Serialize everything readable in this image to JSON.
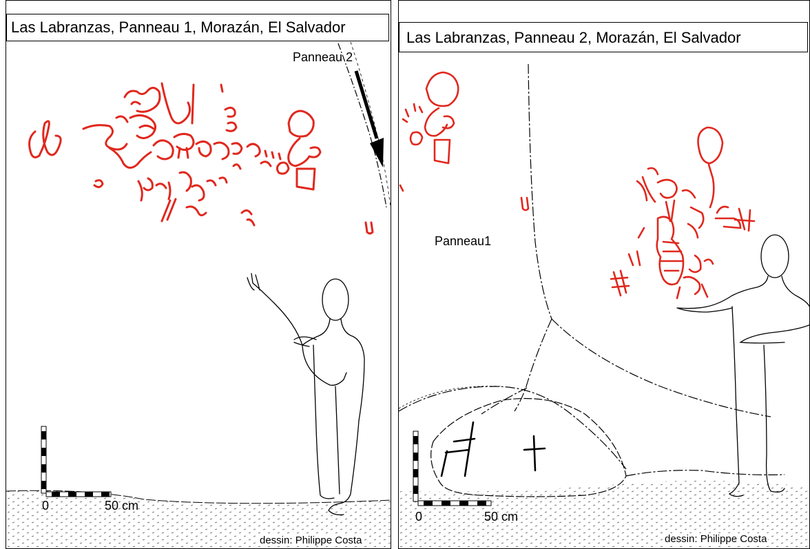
{
  "panels": [
    {
      "title": "Las Labranzas, Panneau 1, Morazán, El Salvador",
      "annotation": "Panneau 2",
      "scale_zero": "0",
      "scale_end": "50 cm",
      "credit": "dessin: Philippe Costa"
    },
    {
      "title": "Las Labranzas, Panneau 2, Morazán, El Salvador",
      "annotation": "Panneau1",
      "scale_zero": "0",
      "scale_end": "50 cm",
      "credit": "dessin: Philippe Costa"
    }
  ],
  "colors": {
    "petroglyph": "#e0281e",
    "outline": "#000000",
    "background": "#ffffff"
  }
}
